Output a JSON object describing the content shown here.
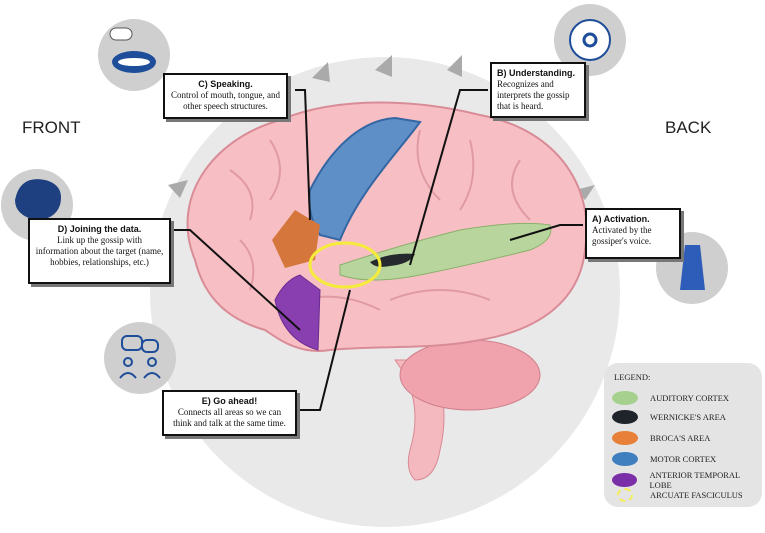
{
  "labels": {
    "front": "FRONT",
    "back": "BACK"
  },
  "boxes": {
    "speaking": {
      "title": "C) Speaking.",
      "text": "Control of mouth, tongue, and other speech structures."
    },
    "understanding": {
      "title": "B) Understanding.",
      "text": "Recognizes and interprets the gossip that is heard."
    },
    "joining": {
      "title": "D) Joining the data.",
      "text": "Link up the gossip with information about the target (name, hobbies, relationships, etc.)"
    },
    "activation": {
      "title": "A) Activation.",
      "text": "Activated by the gossiper's voice."
    },
    "goahead": {
      "title": "E) Go ahead!",
      "text": "Connects all areas so we can think and talk at the same time."
    }
  },
  "legend": {
    "title": "LEGEND:",
    "items": [
      {
        "label": "AUDITORY CORTEX",
        "color": "#a6d08e"
      },
      {
        "label": "WERNICKE'S AREA",
        "color": "#1f242b"
      },
      {
        "label": "BROCA'S AREA",
        "color": "#e8803a"
      },
      {
        "label": "MOTOR CORTEX",
        "color": "#3f7fbf"
      },
      {
        "label": "ANTERIOR TEMPORAL LOBE",
        "color": "#7a2fa8"
      },
      {
        "label": "ARCUATE FASCICULUS",
        "color": "#f5ec5a"
      }
    ]
  },
  "icons": [
    "speaking-mouth-icon",
    "understanding-gears-icon",
    "joining-puzzle-brain-icon",
    "activation-hand-ear-icon",
    "go-ahead-chat-people-icon"
  ]
}
